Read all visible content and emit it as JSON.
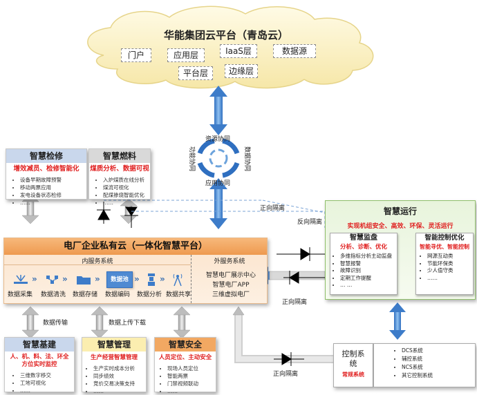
{
  "cloud": {
    "title": "华能集团云平台（青岛云）",
    "tags": [
      "门户",
      "应用层",
      "IaaS层",
      "数据源",
      "平台层",
      "边缘层"
    ]
  },
  "sync": {
    "top": "资源协同",
    "bottom": "应用协同",
    "left": "功能协同",
    "right": "数据协同"
  },
  "cards": {
    "maintenance": {
      "title": "智慧检修",
      "subtitle": "增效减员、检修智能化",
      "items": [
        "设备早期故障预警",
        "移动两票应用",
        "发电设备状态检修",
        "……"
      ]
    },
    "fuel": {
      "title": "智慧燃料",
      "subtitle": "煤质分析、数据可视",
      "items": [
        "入炉煤质在线分析",
        "煤流可视化",
        "配煤掺烧智能优化",
        "……"
      ]
    },
    "infra": {
      "title": "智慧基建",
      "subtitle": "人、机、料、法、环全方位实时监控",
      "items": [
        "三维数字移交",
        "工地可视化",
        "……"
      ]
    },
    "management": {
      "title": "智慧管理",
      "subtitle": "生产经营智慧管理",
      "items": [
        "生产实时成本分析",
        "同步绩效",
        "竞价交易决策支持",
        "……"
      ]
    },
    "safety": {
      "title": "智慧安全",
      "subtitle": "人员定位、主动安全",
      "items": [
        "现场人员定位",
        "智能两票",
        "门禁视频联动",
        "……"
      ]
    }
  },
  "private_cloud": {
    "title": "电厂企业私有云（一体化智慧平台）",
    "internal": "内服务系统",
    "external": "外服务系统",
    "steps": [
      "数据采集",
      "数据清洗",
      "数据存储",
      "数据编码",
      "数据分析",
      "数据共享"
    ],
    "pool": "数据池",
    "external_items": [
      "智慧电厂展示中心",
      "智慧电厂APP",
      "三维虚拟电厂"
    ]
  },
  "operation": {
    "title": "智慧运行",
    "subtitle": "实现机组安全、高效、环保、灵活运行",
    "monitor": {
      "title": "智慧监盘",
      "subtitle": "分析、诊断、优化",
      "items": [
        "多维指标分析主动监盘",
        "智慧报警",
        "故障识别",
        "定期工作提醒",
        "…  …"
      ]
    },
    "control": {
      "title": "智能控制优化",
      "subtitle": "智能寻优、智能控制",
      "items": [
        "网源互动类",
        "节能环保类",
        "少人值守类",
        "……"
      ]
    }
  },
  "control_system": {
    "title": "控制系统",
    "subtitle": "常规系统",
    "items": [
      "DCS系统",
      "辅控系统",
      "NCS系统",
      "其它控制系统"
    ]
  },
  "labels": {
    "forward_isolation_1": "正向隔离",
    "reverse_isolation": "反向隔离",
    "forward_isolation_2": "正向隔离",
    "forward_isolation_3": "正向隔离",
    "data_transfer": "数据传输",
    "data_up_down": "数据上传下载"
  },
  "colors": {
    "blue": "#3d7cc9",
    "orange": "#f2a862",
    "green": "#5e9a3a",
    "red": "#e02020"
  }
}
